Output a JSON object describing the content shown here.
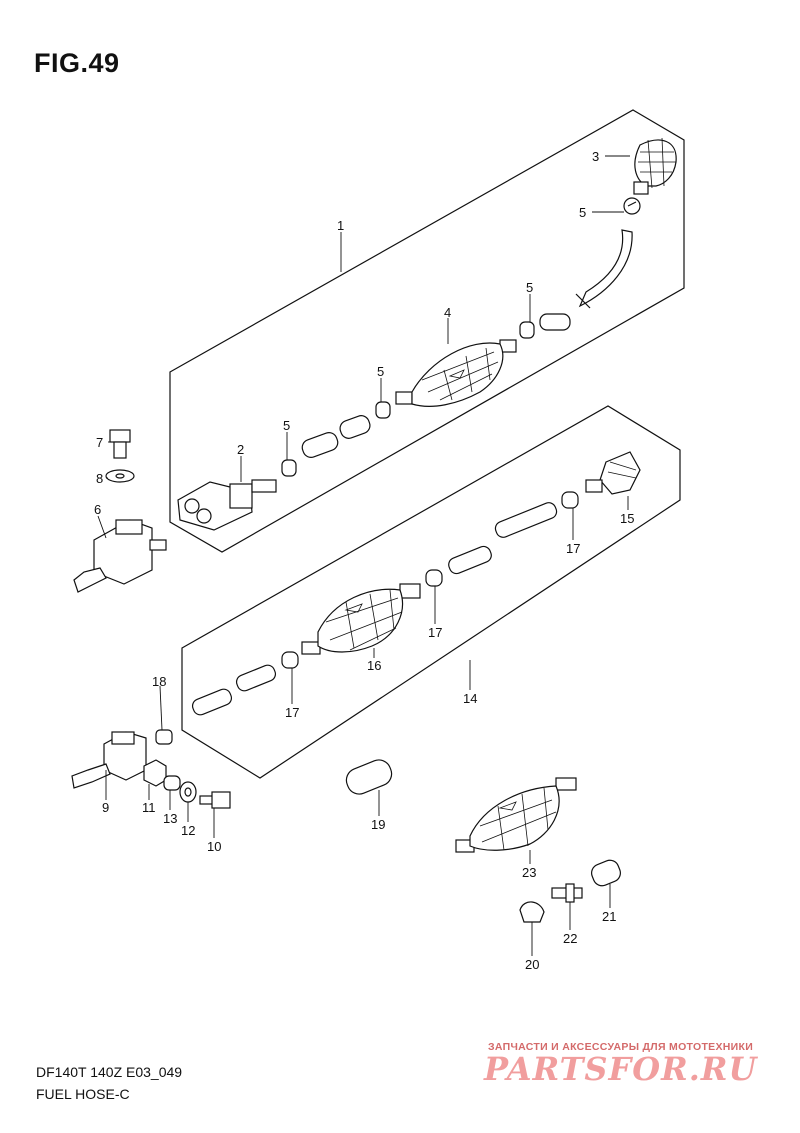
{
  "page": {
    "title": "FIG.49",
    "model_code": "DF140T 140Z E03_049",
    "caption": "FUEL HOSE-C"
  },
  "watermark": {
    "top_text": "ЗАПЧАСТИ И АКСЕССУАРЫ ДЛЯ МОТОТЕХНИКИ",
    "logo_text": "PARTSFOR.RU",
    "color": "#ef8e8e"
  },
  "callouts": {
    "c1": "1",
    "c2": "2",
    "c3": "3",
    "c4": "4",
    "c5a": "5",
    "c5b": "5",
    "c5c": "5",
    "c5d": "5",
    "c6": "6",
    "c7": "7",
    "c8": "8",
    "c9": "9",
    "c10": "10",
    "c11": "11",
    "c12": "12",
    "c13": "13",
    "c14": "14",
    "c15": "15",
    "c16": "16",
    "c17a": "17",
    "c17b": "17",
    "c17c": "17",
    "c18": "18",
    "c19": "19",
    "c20": "20",
    "c21": "21",
    "c22": "22",
    "c23": "23"
  }
}
